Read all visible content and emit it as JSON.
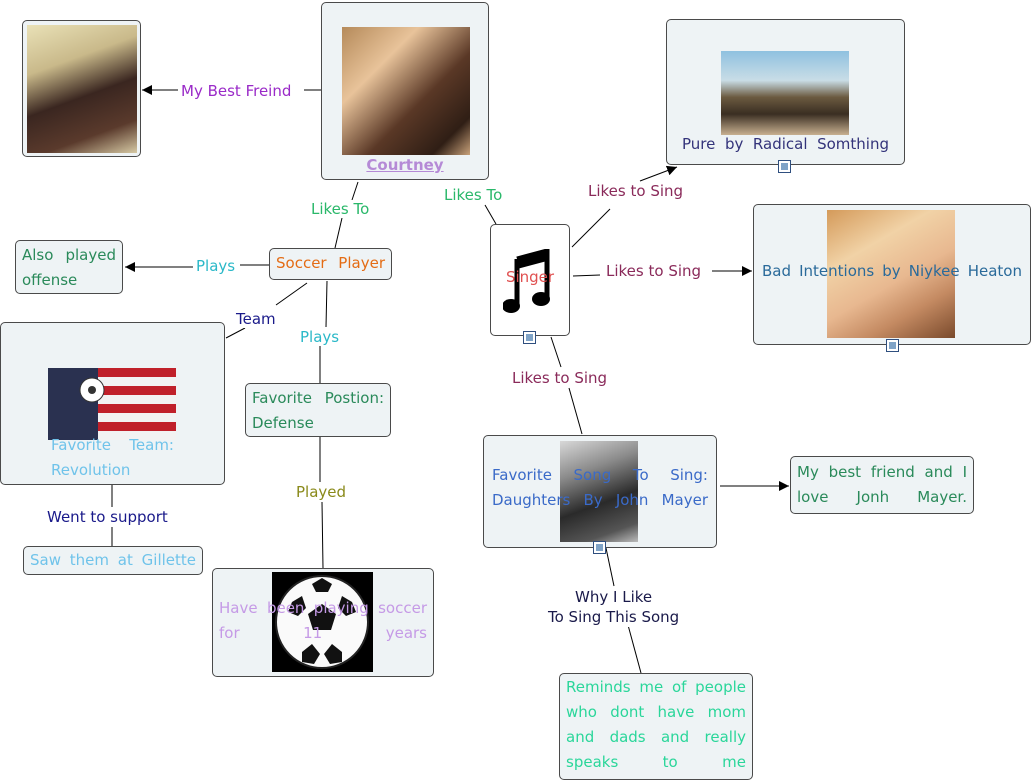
{
  "nodes": {
    "courtney": "Courtney",
    "soccer_player": "Soccer Player",
    "also_played": "Also played offense",
    "favorite_team": "Favorite Team: Revolution",
    "favorite_position": "Favorite Postion: Defense",
    "saw_them": "Saw them at Gillette",
    "playing_soccer": "Have been playing soccer for 11 years",
    "singer": "Singer",
    "pure": "Pure by Radical Somthing",
    "bad_intentions": "Bad Intentions by Niykee Heaton",
    "favorite_song": "Favorite Song To Sing: Daughters By John Mayer",
    "best_friend_mayer": "My best friend and I love Jonh Mayer.",
    "reminds": "Reminds me of people who dont have mom and dads and really speaks to me"
  },
  "links": {
    "best_freind": "My Best Freind",
    "likes_to_1": "Likes To",
    "likes_to_2": "Likes To",
    "plays_1": "Plays",
    "team": "Team",
    "plays_2": "Plays",
    "played": "Played",
    "went_to_support": "Went to support",
    "likes_to_sing_1": "Likes to Sing",
    "likes_to_sing_2": "Likes to Sing",
    "likes_to_sing_3": "Likes to Sing",
    "why_i_like_1": "Why I Like",
    "why_i_like_2": "To Sing This Song"
  },
  "icons": [
    "music-note-icon",
    "image-badge-icon",
    "note-badge-icon",
    "soccer-ball-icon",
    "revolution-flag-icon"
  ]
}
